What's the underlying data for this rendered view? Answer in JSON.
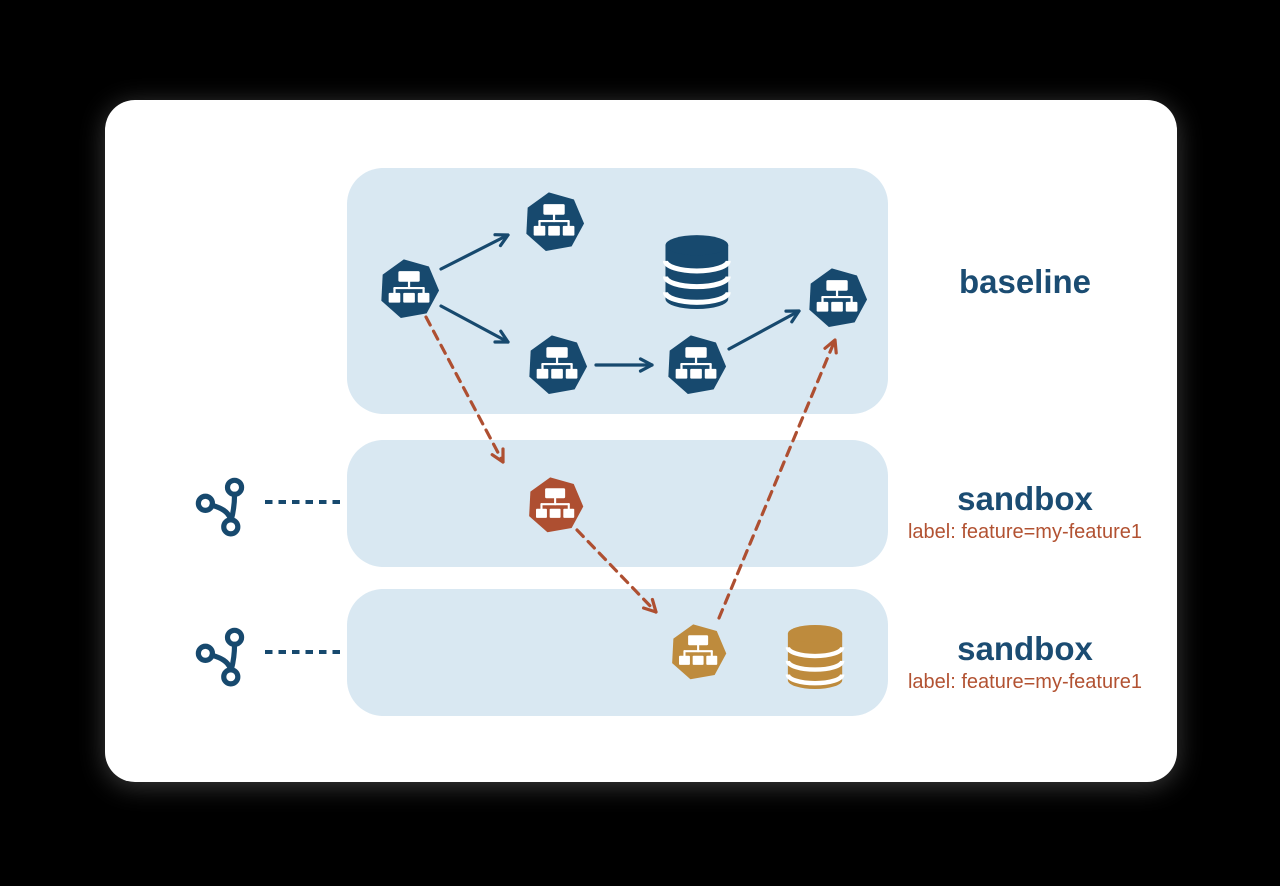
{
  "theme": {
    "navy": "#17496E",
    "laneFill": "#D9E8F2",
    "rust": "#AE4F31",
    "gold": "#BE8B3D",
    "textNavy": "#1B4C72",
    "labelRust": "#B25232",
    "cardBg": "#FFFFFF",
    "pageBg": "#000000"
  },
  "diagram": {
    "lanes": [
      {
        "id": "baseline",
        "title": "baseline",
        "sublabel": ""
      },
      {
        "id": "sandbox-1",
        "title": "sandbox",
        "sublabel": "label: feature=my-feature1"
      },
      {
        "id": "sandbox-2",
        "title": "sandbox",
        "sublabel": "label: feature=my-feature1"
      }
    ],
    "icons": {
      "workload": "k8s-workload-heptagon-icon",
      "database": "database-cylinder-icon",
      "git_branch": "git-branch-icon"
    },
    "nodes": [
      {
        "id": "baseline-svc-root",
        "lane": "baseline",
        "icon": "workload",
        "color": "navy"
      },
      {
        "id": "baseline-svc-top",
        "lane": "baseline",
        "icon": "workload",
        "color": "navy"
      },
      {
        "id": "baseline-svc-mid",
        "lane": "baseline",
        "icon": "workload",
        "color": "navy"
      },
      {
        "id": "baseline-svc-mid2",
        "lane": "baseline",
        "icon": "workload",
        "color": "navy"
      },
      {
        "id": "baseline-svc-right",
        "lane": "baseline",
        "icon": "workload",
        "color": "navy"
      },
      {
        "id": "baseline-db",
        "lane": "baseline",
        "icon": "database",
        "color": "navy"
      },
      {
        "id": "sandbox1-svc",
        "lane": "sandbox-1",
        "icon": "workload",
        "color": "rust"
      },
      {
        "id": "sandbox2-svc",
        "lane": "sandbox-2",
        "icon": "workload",
        "color": "gold"
      },
      {
        "id": "sandbox2-db",
        "lane": "sandbox-2",
        "icon": "database",
        "color": "gold"
      }
    ],
    "edges": [
      {
        "from": "baseline-svc-root",
        "to": "baseline-svc-top",
        "style": "solid",
        "color": "navy"
      },
      {
        "from": "baseline-svc-root",
        "to": "baseline-svc-mid",
        "style": "solid",
        "color": "navy"
      },
      {
        "from": "baseline-svc-mid",
        "to": "baseline-svc-mid2",
        "style": "solid",
        "color": "navy"
      },
      {
        "from": "baseline-svc-mid2",
        "to": "baseline-svc-right",
        "style": "solid",
        "color": "navy"
      },
      {
        "from": "baseline-svc-root",
        "to": "sandbox1-svc",
        "style": "dashed",
        "color": "rust"
      },
      {
        "from": "sandbox1-svc",
        "to": "sandbox2-svc",
        "style": "dashed",
        "color": "rust"
      },
      {
        "from": "sandbox2-svc",
        "to": "baseline-svc-right",
        "style": "dashed",
        "color": "rust"
      }
    ]
  }
}
